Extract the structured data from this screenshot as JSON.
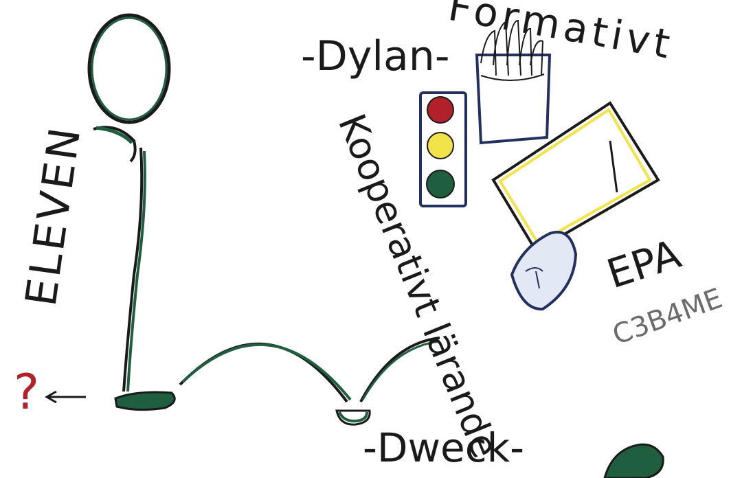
{
  "labels": {
    "eleven": "ELEVEN",
    "formativt": "Formativt",
    "dylan": "-Dylan-",
    "kooperativt": "Kooperativt lärande",
    "epa": "EPA",
    "c3b4me": "C3B4ME",
    "dweck": "-Dweck-",
    "question_mark": "?"
  },
  "colors": {
    "ink": "#1a1a1a",
    "green": "#1f5e3e",
    "red": "#b0212a",
    "yellow": "#f2e34a",
    "navy": "#23305f",
    "grey": "#6b6b6b"
  },
  "icons": {
    "traffic_light": "traffic-light-icon",
    "fries": "fries-icon",
    "whiteboard": "whiteboard-icon",
    "sponge": "sponge-icon",
    "arrow": "arrow-left-icon"
  }
}
